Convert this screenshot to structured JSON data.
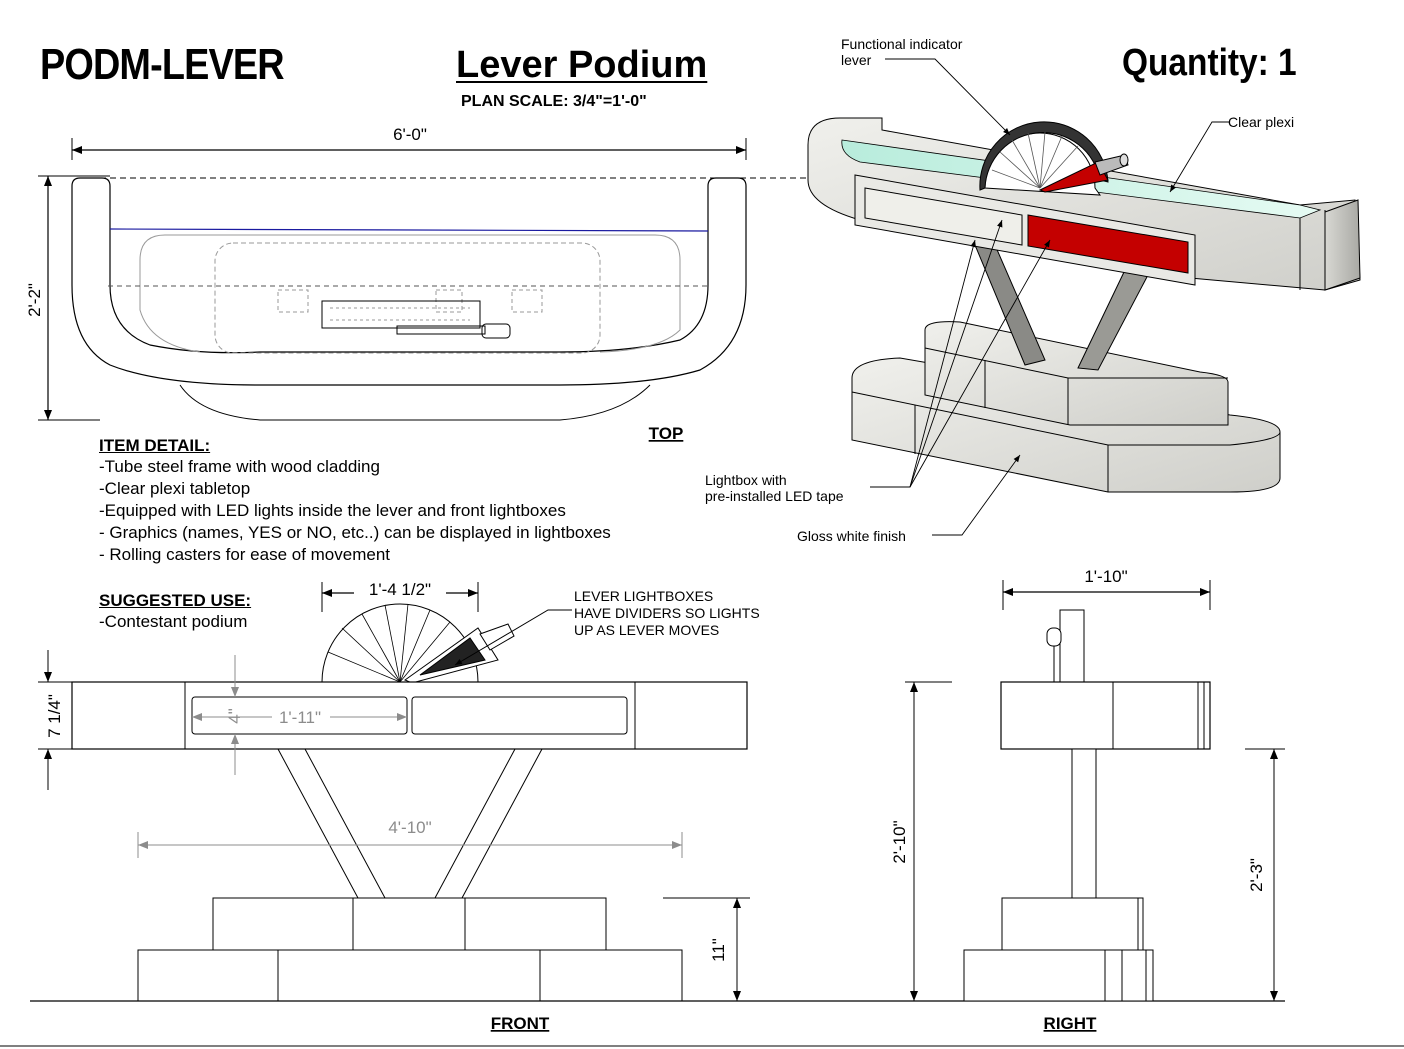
{
  "header": {
    "item_code": "PODM-LEVER",
    "item_name": "Lever Podium",
    "scale": "PLAN  SCALE: 3/4\"=1'-0\"",
    "quantity": "Quantity: 1"
  },
  "item_detail": {
    "heading": "ITEM DETAIL:",
    "lines": [
      "-Tube steel frame with wood cladding",
      "-Clear plexi tabletop",
      "-Equipped with LED lights inside the lever and front lightboxes",
      "- Graphics (names, YES or NO, etc..) can be displayed in lightboxes",
      "- Rolling casters for ease of movement"
    ]
  },
  "suggested_use": {
    "heading": "SUGGESTED USE:",
    "lines": [
      "-Contestant podium"
    ]
  },
  "views": {
    "top": "TOP",
    "front": "FRONT",
    "right": "RIGHT"
  },
  "dimensions": {
    "top_width": "6'-0\"",
    "top_depth": "2'-2\"",
    "lever_width": "1'-4 1/2\"",
    "top_thickness": "7 1/4\"",
    "lightbox_height": "4\"",
    "lightbox_width": "1'-11\"",
    "base_span": "4'-10\"",
    "base_height": "11\"",
    "total_height": "2'-10\"",
    "side_depth": "1'-10\"",
    "top_underside_height": "2'-3\""
  },
  "callouts": {
    "indicator_lever": [
      "Functional indicator",
      "lever"
    ],
    "clear_plexi": "Clear plexi",
    "lightbox": [
      "Lightbox with",
      "pre-installed LED tape"
    ],
    "gloss_finish": "Gloss white finish",
    "lever_lightboxes": [
      "LEVER  LIGHTBOXES",
      "HAVE  DIVIDERS SO LIGHTS",
      "UP AS LEVER MOVES"
    ]
  },
  "colors": {
    "line": "#000000",
    "dim_gray": "#8c8c8c",
    "plexi_edge": "#1a1aa0",
    "lightbox_red": "#c40000",
    "surface": "#e4e4e0",
    "plexi_glass": "#c6f0e4"
  }
}
